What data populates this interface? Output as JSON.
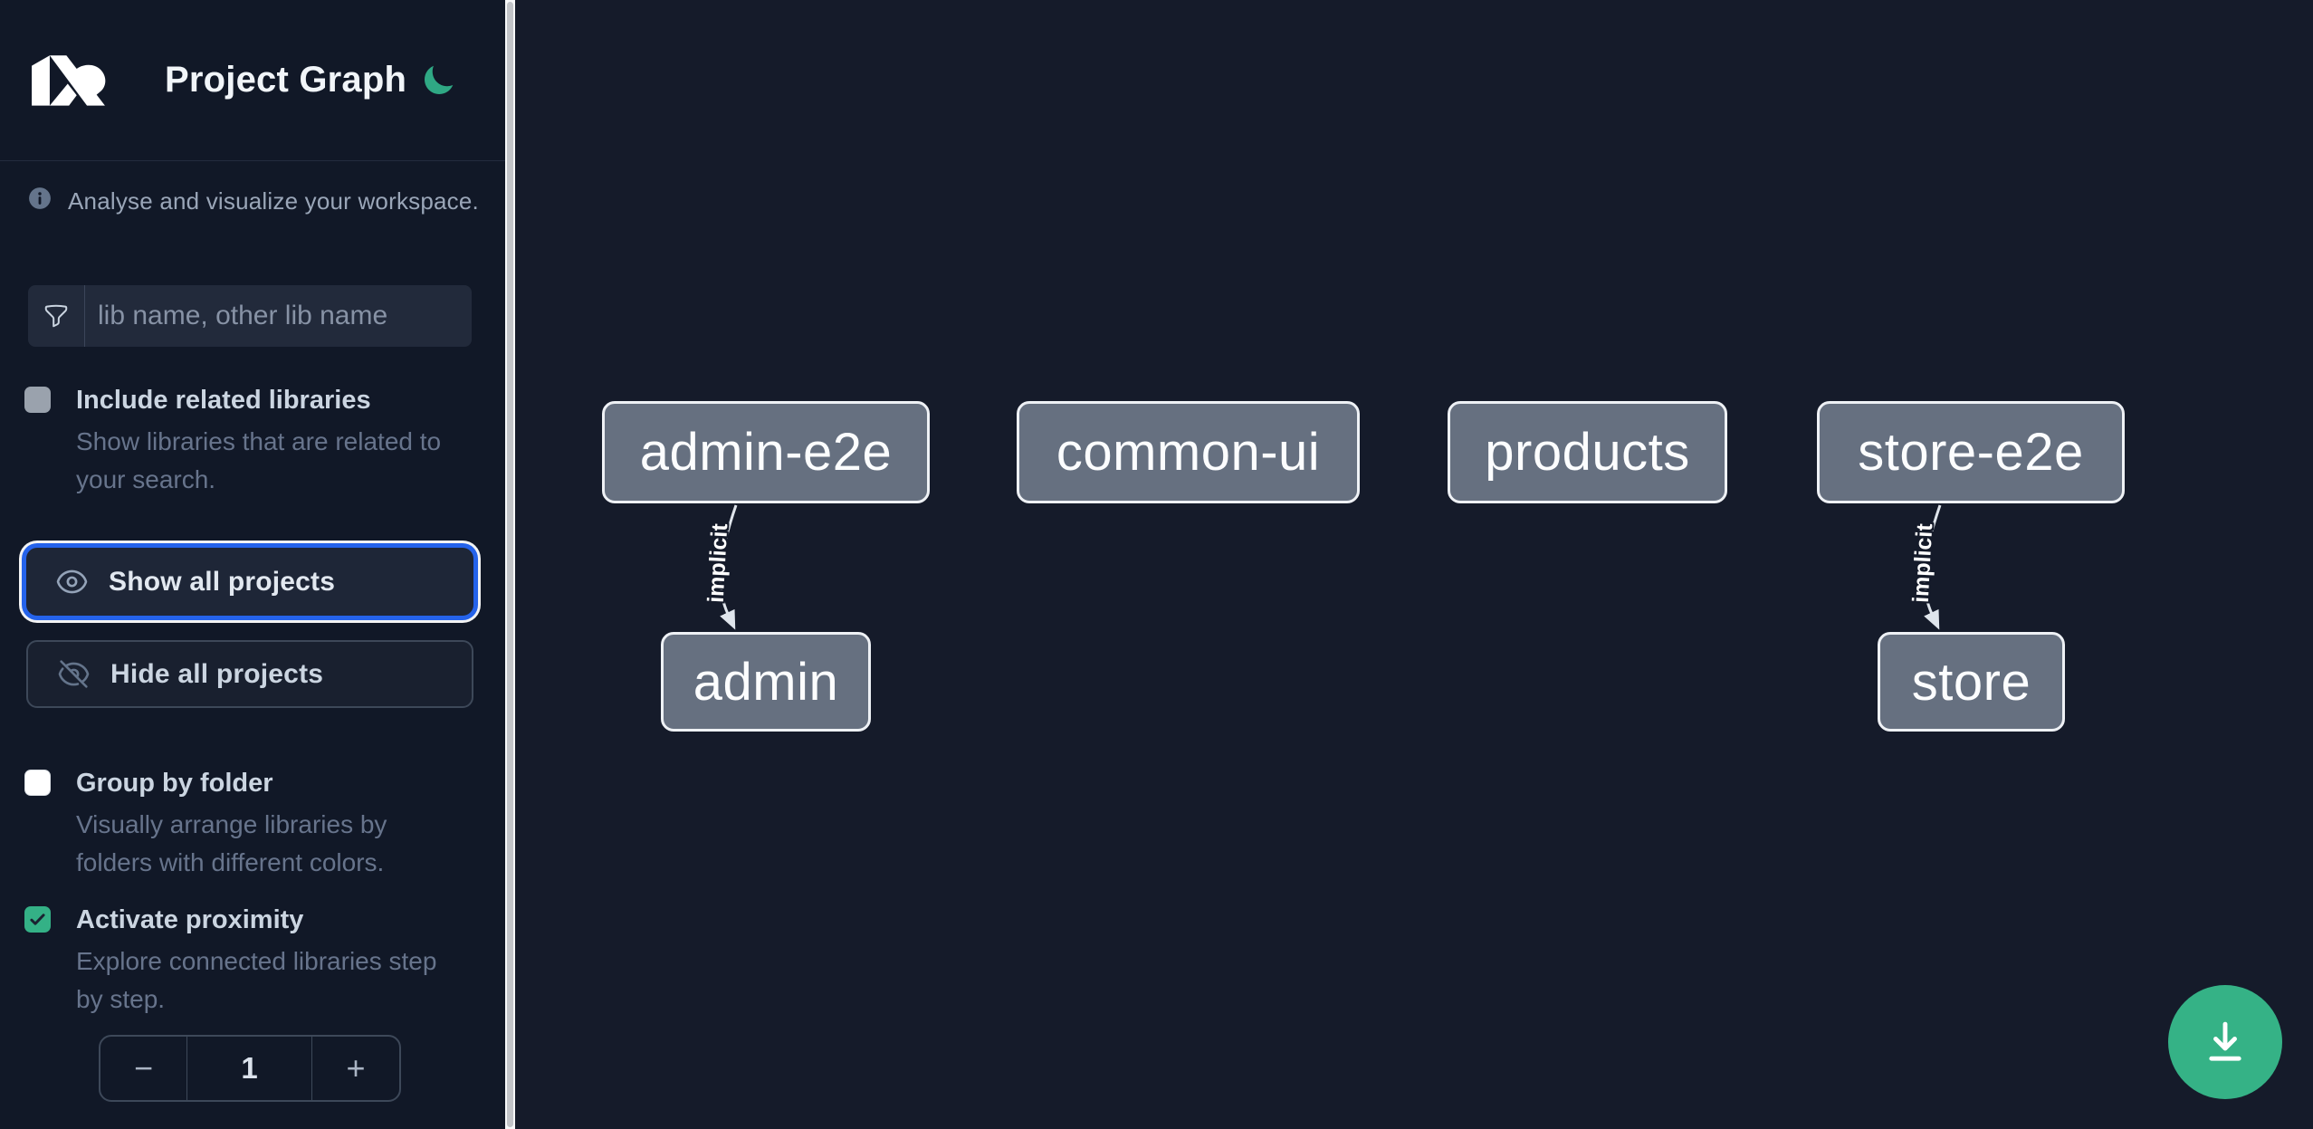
{
  "header": {
    "title": "Project Graph"
  },
  "sidebar": {
    "tagline": "Analyse and visualize your workspace.",
    "search": {
      "placeholder": "lib name, other lib name"
    },
    "options": {
      "include_related": {
        "label": "Include related libraries",
        "description": "Show libraries that are related to your search.",
        "checked": false
      },
      "group_by_folder": {
        "label": "Group by folder",
        "description": "Visually arrange libraries by folders with different colors.",
        "checked": false
      },
      "activate_proximity": {
        "label": "Activate proximity",
        "description": "Explore connected libraries step by step.",
        "checked": true
      }
    },
    "actions": {
      "show_all": "Show all projects",
      "hide_all": "Hide all projects"
    },
    "proximity_stepper": {
      "decrement": "−",
      "value": "1",
      "increment": "+"
    }
  },
  "graph": {
    "nodes": [
      {
        "id": "admin-e2e",
        "label": "admin-e2e"
      },
      {
        "id": "common-ui",
        "label": "common-ui"
      },
      {
        "id": "products",
        "label": "products"
      },
      {
        "id": "store-e2e",
        "label": "store-e2e"
      },
      {
        "id": "admin",
        "label": "admin"
      },
      {
        "id": "store",
        "label": "store"
      }
    ],
    "edges": [
      {
        "source": "admin-e2e",
        "target": "admin",
        "label": "implicit"
      },
      {
        "source": "store-e2e",
        "target": "store",
        "label": "implicit"
      }
    ]
  },
  "colors": {
    "sidebar_bg": "#111827",
    "canvas_bg": "#151b2a",
    "accent_green": "#35b286",
    "focus_blue": "#2563eb",
    "node_fill": "#667080",
    "node_border": "#eef1f5",
    "edge": "#dfe5ec"
  }
}
